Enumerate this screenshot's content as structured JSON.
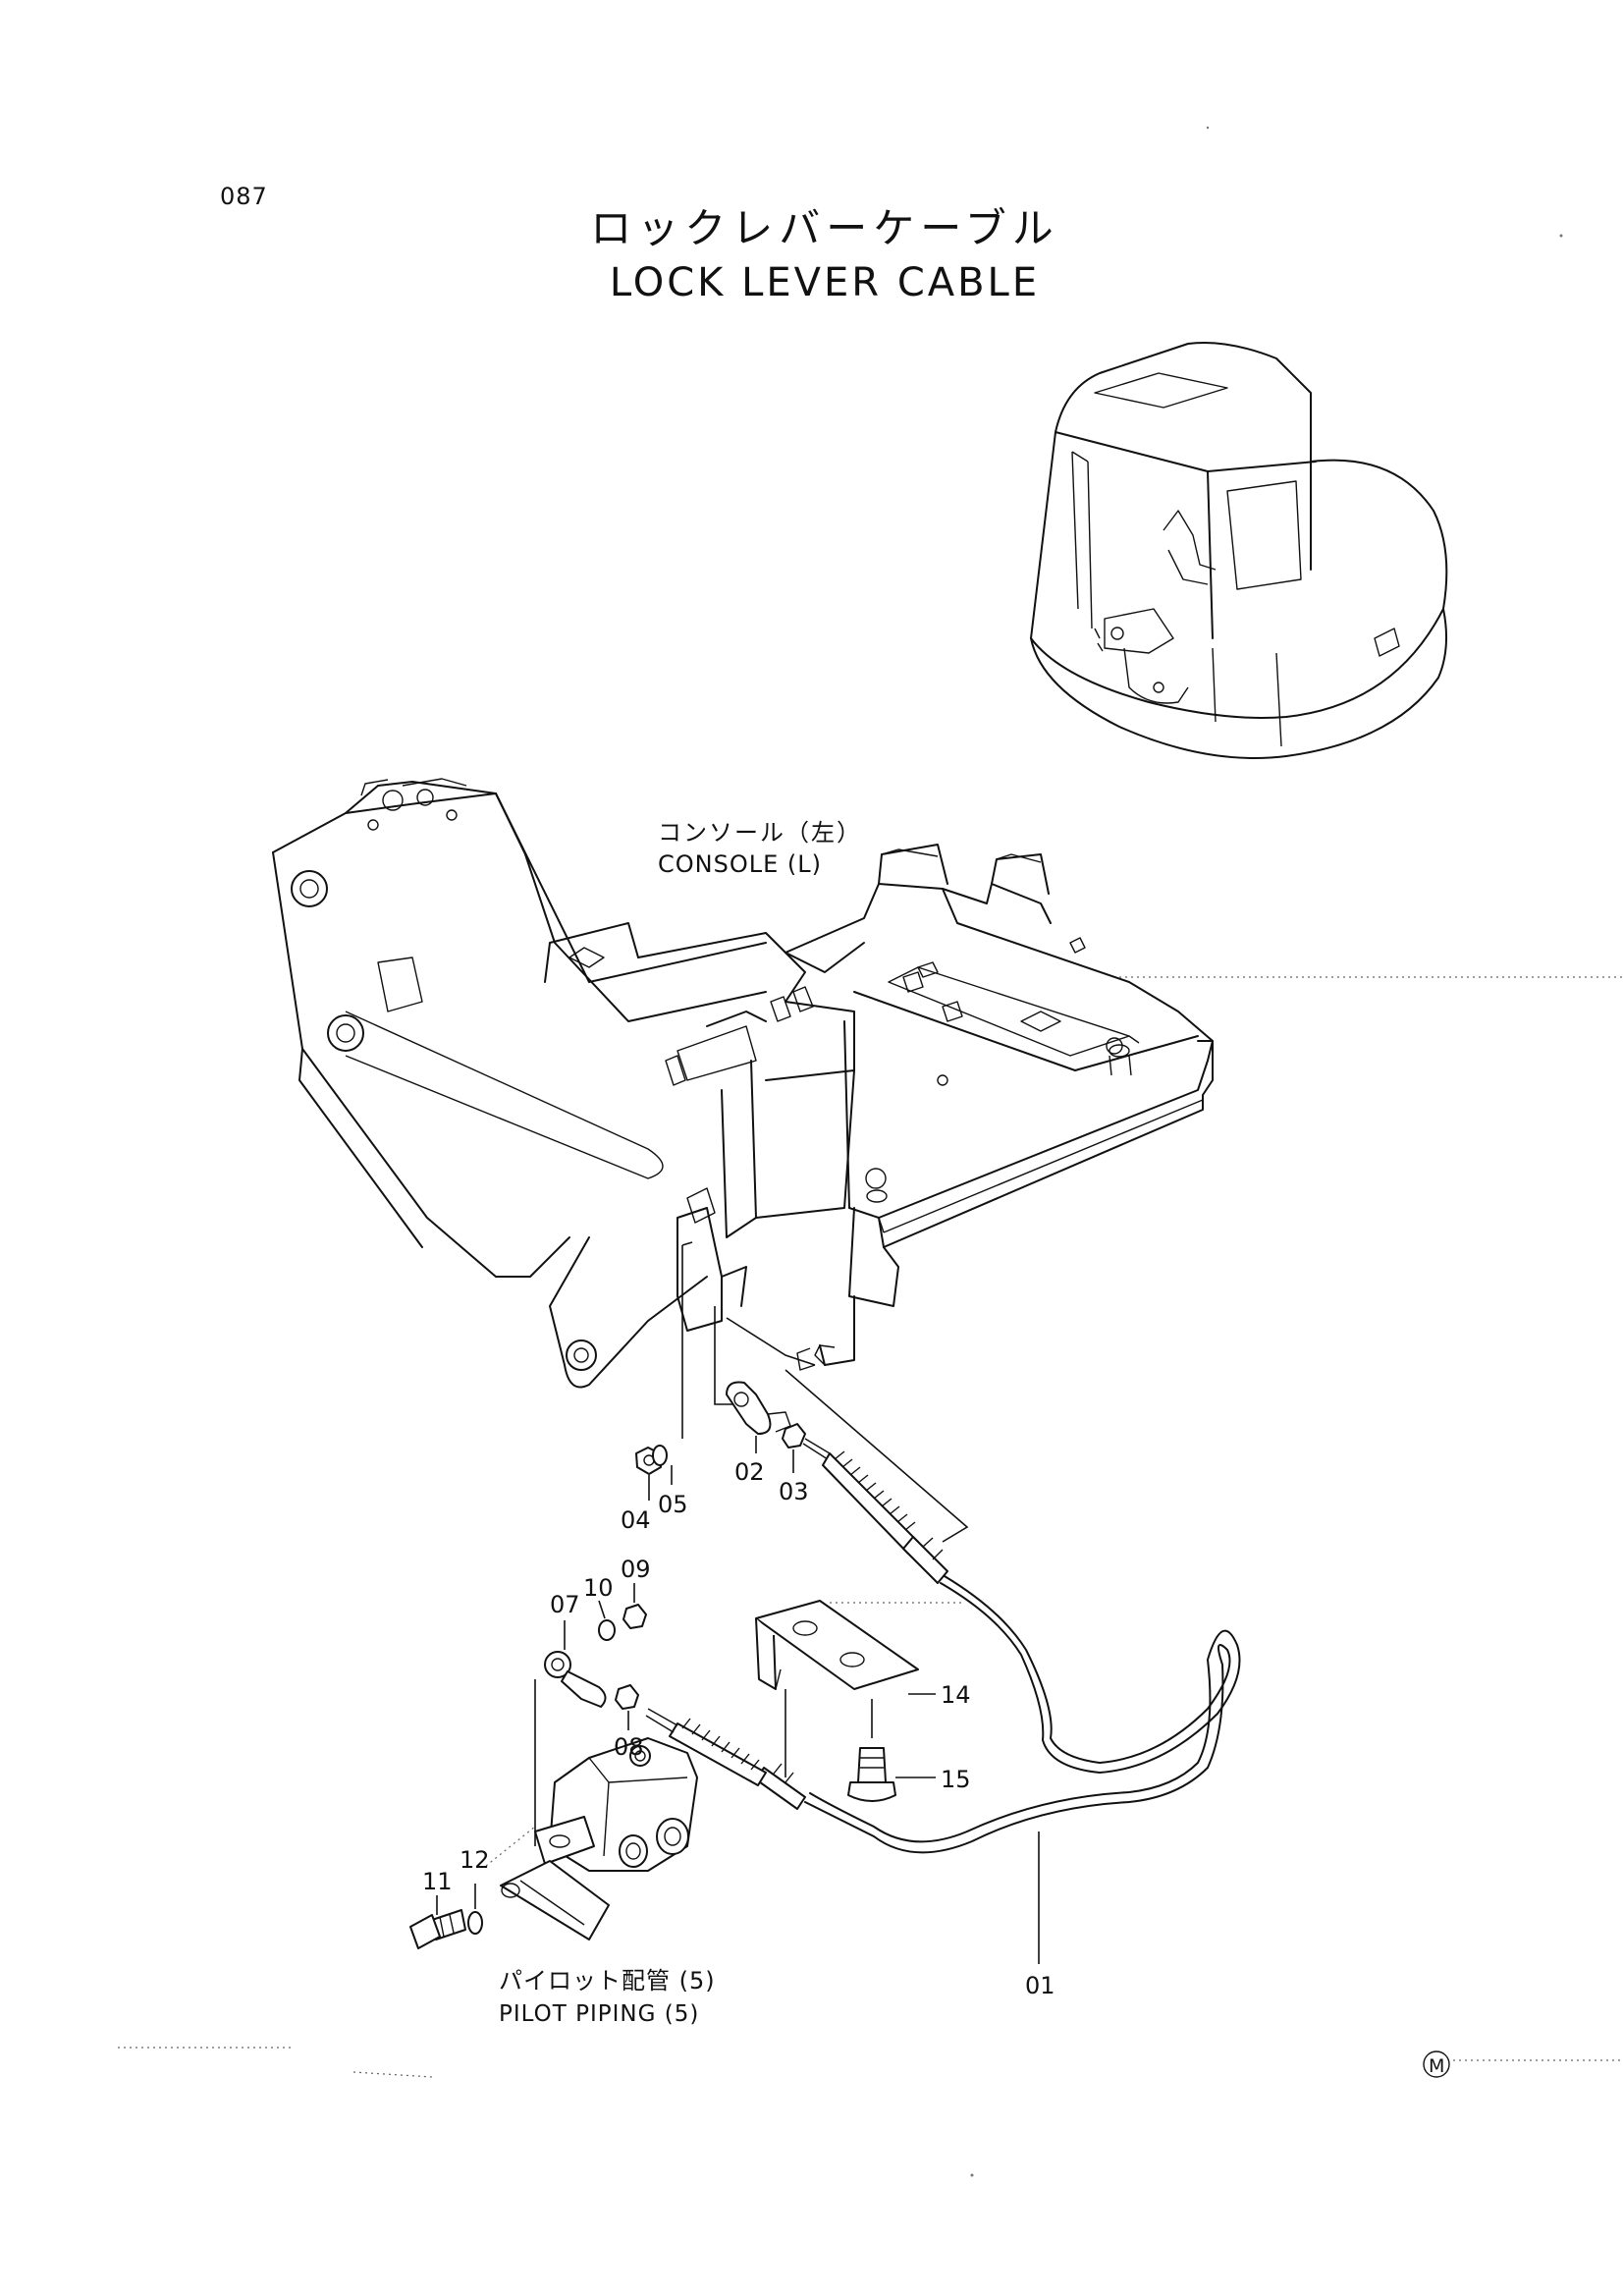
{
  "page_number": "087",
  "title_jp": "ロックレバーケーブル",
  "title_en": "LOCK LEVER CABLE",
  "labels": {
    "console_jp": "コンソール（左）",
    "console_en": "CONSOLE (L)",
    "pilot_jp": "パイロット配管 (5)",
    "pilot_en": "PILOT PIPING (5)"
  },
  "parts": [
    "01",
    "02",
    "03",
    "04",
    "05",
    "07",
    "08",
    "09",
    "10",
    "11",
    "12",
    "14",
    "15"
  ],
  "mark": "M"
}
